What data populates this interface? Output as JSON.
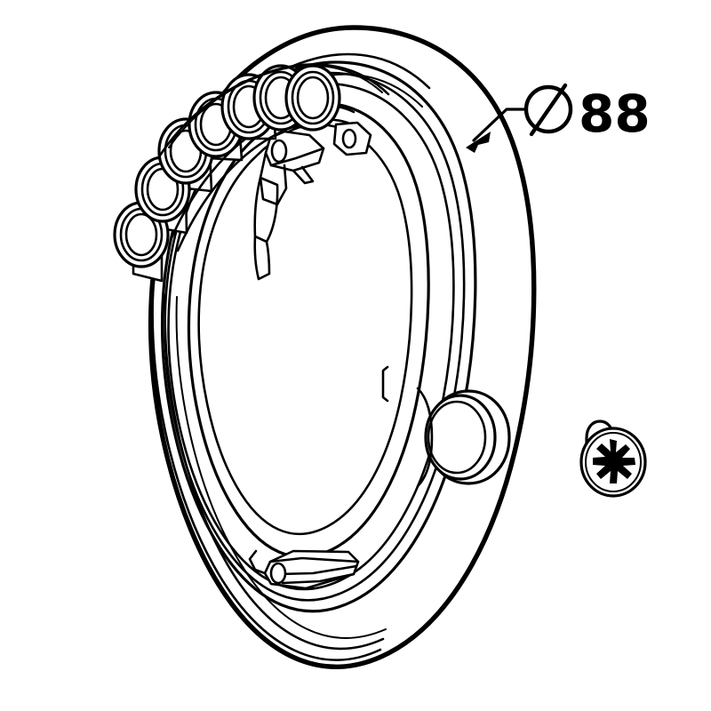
{
  "drawing": {
    "title": "Ring bezel assembly — exploded technical line drawing",
    "background_color": "#ffffff",
    "line_color": "#000000",
    "view": "isometric / three-quarter perspective",
    "style": "black-and-white CAD line art, no shading, no fill"
  },
  "annotations": {
    "diameter_symbol": "Ø",
    "diameter_value": "88",
    "diameter_label": "Ø 88",
    "leader": {
      "name": "leader-line-to-outer-rim",
      "arrow_target": "outer rim of ring bezel",
      "arrow_head": "solid filled triangle",
      "direction": "points down-left toward part outer edge"
    }
  },
  "parts": [
    {
      "id": "ring-bezel",
      "name": "ring-bezel-housing",
      "description": "Large annular bezel / trim ring shown in three-quarter view with visible front face on the right side and inner cylindrical wall",
      "features": [
        "outer rim circle",
        "inner bore wall",
        "recessed inner channel",
        "raised screw boss with through-hole",
        "two internal mounting tabs with locating holes",
        "small step notch in inner wall"
      ]
    },
    {
      "id": "lens-cluster",
      "name": "lens-element-cluster",
      "description": "Row of seven concentric round lens / LED optic elements seated along the upper-left arc of the bezel",
      "count": 7,
      "element_rings": [
        "outer ring",
        "middle ring",
        "inner aperture"
      ]
    },
    {
      "id": "screw",
      "name": "pozidriv-screw",
      "description": "Single pan-head Pozidriv cross-recess screw shown separately to the lower right of the ring",
      "head_type": "pan head",
      "drive_type": "Pozidriv cross recess",
      "count": 1
    }
  ],
  "colors": {
    "stroke": "#000000",
    "background": "#ffffff",
    "fill": "#ffffff"
  },
  "text_items": {
    "dimension": "88",
    "symbol": "Ø"
  }
}
